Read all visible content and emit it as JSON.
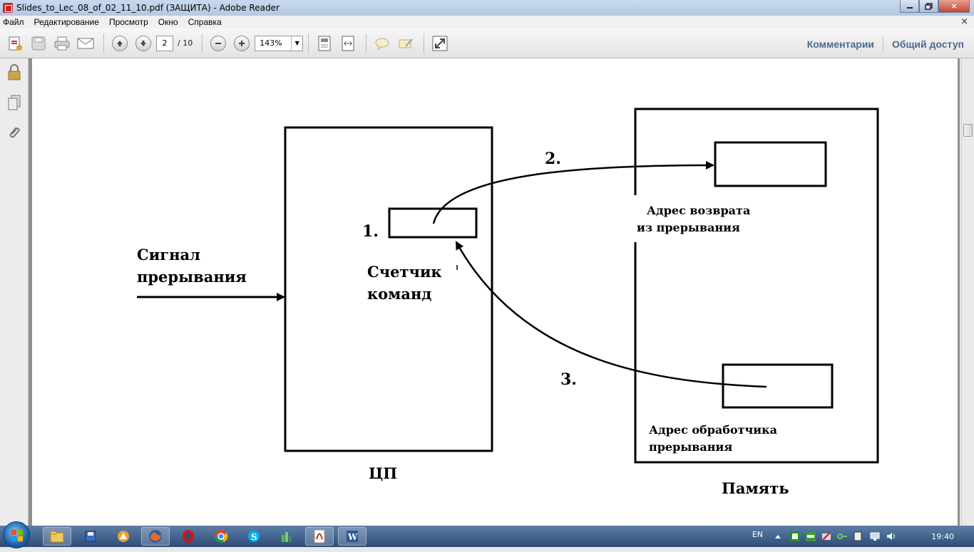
{
  "window": {
    "title": "Slides_to_Lec_08_of_02_11_10.pdf (ЗАЩИТА) - Adobe Reader",
    "close_symbol": "×"
  },
  "menu": [
    "Файл",
    "Редактирование",
    "Просмотр",
    "Окно",
    "Справка"
  ],
  "toolbar": {
    "current_page": "2",
    "total_pages": "/ 10",
    "zoom": "143%",
    "comments_label": "Комментарии",
    "share_label": "Общий доступ"
  },
  "diagram": {
    "input_label_line1": "Сигнал",
    "input_label_line2": "прерывания",
    "step1": "1.",
    "step2": "2.",
    "step3": "3.",
    "counter_line1": "Счетчик",
    "counter_line2": "команд",
    "cpu_label": "ЦП",
    "return_addr_line1": "Адрес возврата",
    "return_addr_line2": "из прерывания",
    "handler_addr_line1": "Адрес обработчика",
    "handler_addr_line2": "прерывания",
    "memory_label": "Память"
  },
  "taskbar": {
    "language": "EN",
    "clock": "19:40"
  },
  "icons": {
    "app": "pdf-icon",
    "colors": {
      "title_bg": "#c9d9ee",
      "accent_link": "#4a6a8e",
      "taskbar": "#2d4c76"
    }
  }
}
